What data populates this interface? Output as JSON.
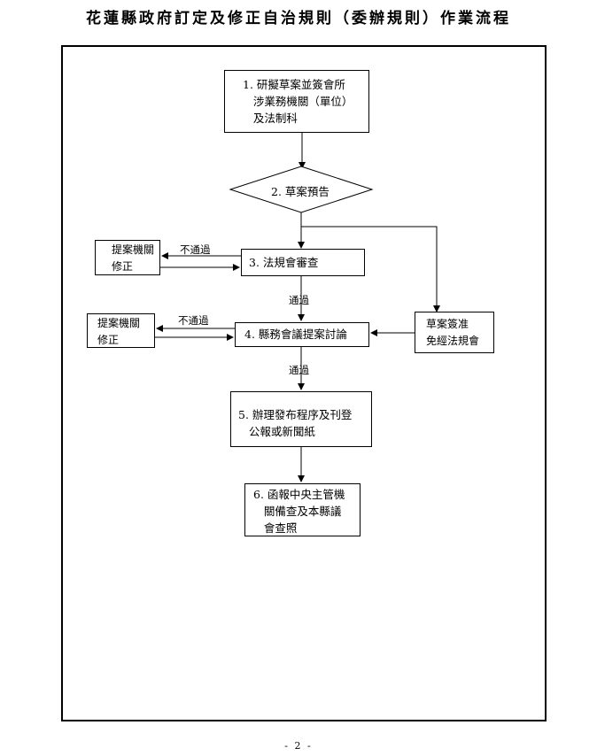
{
  "document": {
    "title": "花蓮縣政府訂定及修正自治規則（委辦規則）作業流程",
    "page_number": "- 2 -"
  },
  "flowchart": {
    "step1": "1. 研擬草案並簽會所\n   涉業務機關（單位）\n   及法制科",
    "step2": "2. 草案預告",
    "step3": "3. 法規會審查",
    "step4": "4. 縣務會議提案討論",
    "step5": "5. 辦理發布程序及刊登\n   公報或新聞紙",
    "step6": "6. 函報中央主管機\n   關備查及本縣議\n   會查照",
    "side_revise_1": "提案機關\n修正",
    "side_revise_2": "提案機關\n修正",
    "side_exempt": "草案簽准\n免經法規會",
    "label_fail_1": "不通過",
    "label_fail_2": "不通過",
    "label_pass_1": "通過",
    "label_pass_2": "通過"
  }
}
